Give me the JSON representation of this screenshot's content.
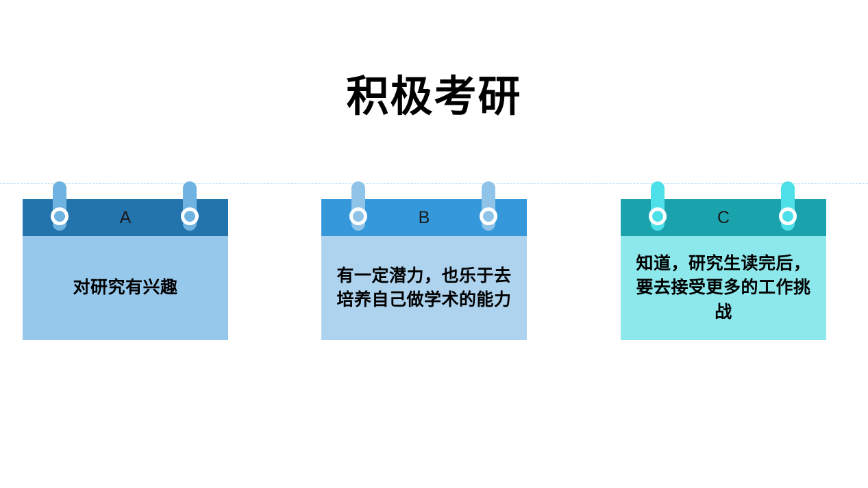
{
  "slide": {
    "title": "积极考研",
    "background_color": "#ffffff",
    "guideline_color": "#a9d4f0"
  },
  "cards": [
    {
      "letter": "A",
      "text": "对研究有兴趣",
      "header_color": "#2374AD",
      "body_color": "#96C8EB",
      "ring_color": "#6FB3E0",
      "ring_collar_color": "#ffffff"
    },
    {
      "letter": "B",
      "text": "有一定潜力，也乐于去培养自己做学术的能力",
      "header_color": "#3498DB",
      "body_color": "#AED3EF",
      "ring_color": "#8FC4E8",
      "ring_collar_color": "#ffffff"
    },
    {
      "letter": "C",
      "text": "知道，研究生读完后，要去接受更多的工作挑战",
      "header_color": "#1BA3AD",
      "body_color": "#8DE8EC",
      "ring_color": "#4EE0E8",
      "ring_collar_color": "#ffffff"
    }
  ]
}
